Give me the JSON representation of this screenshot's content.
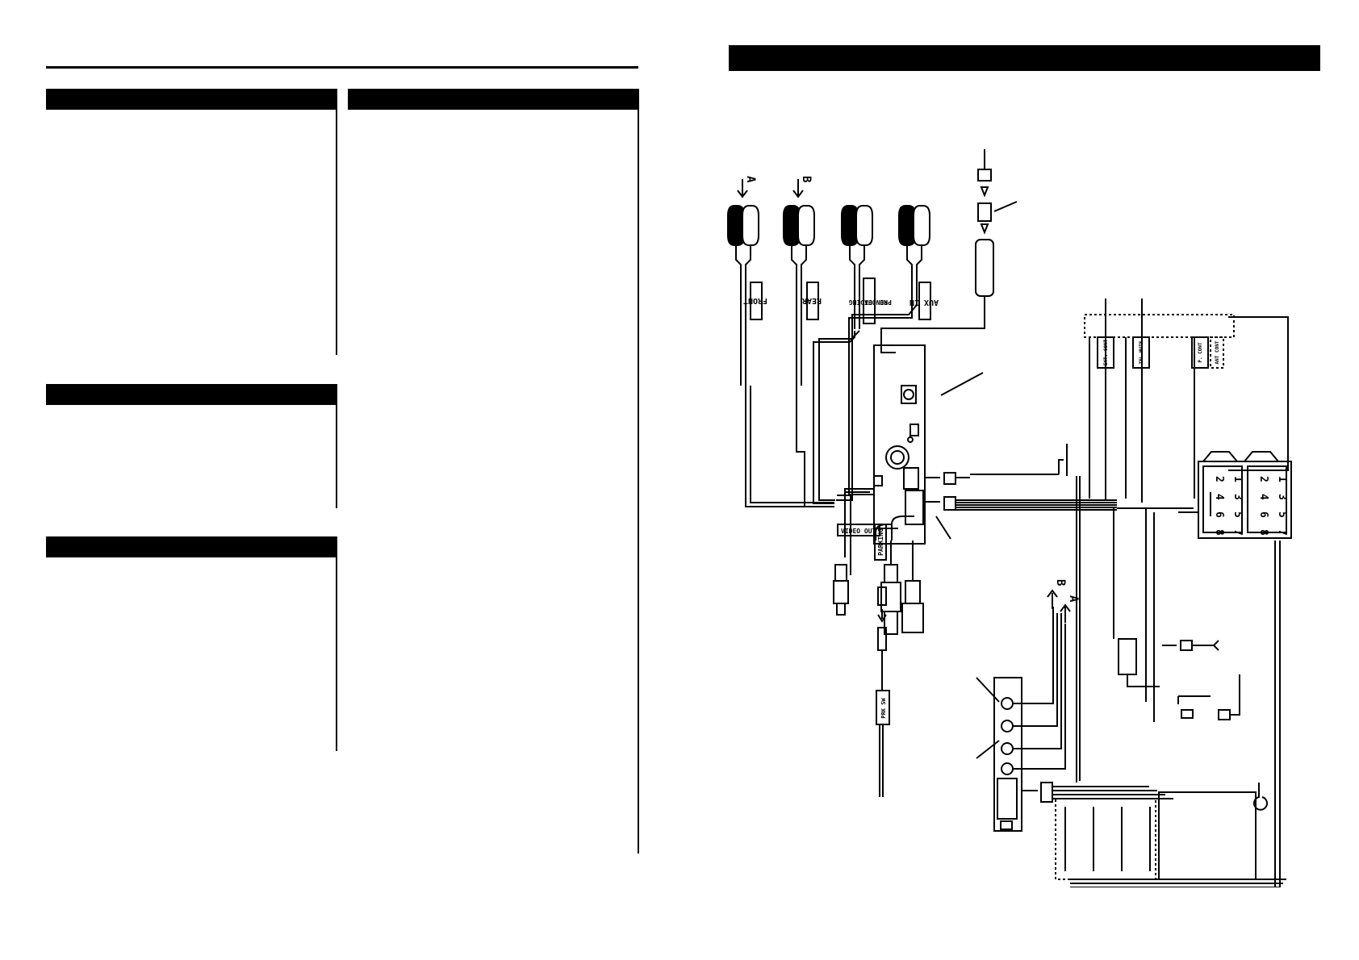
{
  "diagram": {
    "arrow_a_top": "A",
    "arrow_b_top": "B",
    "label_front": "FRONT",
    "label_rear": "REAR",
    "label_non_fading": "NON FADING",
    "label_pre_out": "PRE OUT",
    "label_aux_in": "AUX IN",
    "label_video_out": "VIDEO OUT",
    "label_parking": "PARKING",
    "label_prk_sw": "PRK SW",
    "label_ext_cont": "EXT. CONT",
    "label_tel_mute": "TEL MUTE",
    "label_p_cont": "P. CONT",
    "label_ant_cont": "ANT CONT",
    "arrow_b_lower": "B",
    "arrow_a_lower": "A",
    "iso_pins_top": [
      "2",
      "1",
      "4",
      "3",
      "6",
      "5",
      "8",
      "7"
    ],
    "iso_pins_bottom": [
      "2",
      "1",
      "4",
      "3",
      "6",
      "5",
      "8",
      "7"
    ]
  }
}
